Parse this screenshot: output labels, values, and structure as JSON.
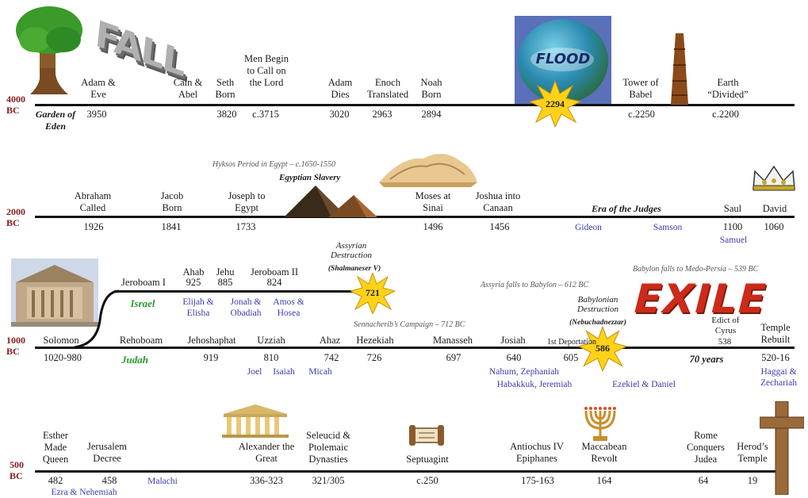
{
  "rows": [
    {
      "bc_year": "4000",
      "bc_suffix": "BC",
      "subtitle": "Garden of Eden",
      "labels": [
        "Adam & Eve",
        "Cain & Abel",
        "Seth Born",
        "Men Begin to Call on the Lord",
        "Adam Dies",
        "Enoch Translated",
        "Noah Born",
        "Tower of Babel",
        "Earth “Divided”"
      ],
      "years": [
        "3950",
        "3820",
        "c.3715",
        "3020",
        "2963",
        "2894",
        "c.2250",
        "c.2200"
      ],
      "flood_text": "FLOOD",
      "flood_year": "2294",
      "fall_text": "FALL"
    },
    {
      "bc_year": "2000",
      "bc_suffix": "BC",
      "note_hyksos": "Hyksos Period in Egypt – c.1650-1550",
      "era_slavery": "Egyptian Slavery",
      "labels": [
        "Abraham Called",
        "Jacob Born",
        "Joseph to Egypt",
        "Moses at Sinai",
        "Joshua into Canaan",
        "Era of the Judges",
        "Saul",
        "David"
      ],
      "years": [
        "1926",
        "1841",
        "1733",
        "1496",
        "1456",
        "1100",
        "1060"
      ],
      "blue": [
        "Gideon",
        "Samson",
        "Samuel"
      ]
    },
    {
      "bc_year": "1000",
      "bc_suffix": "BC",
      "israel": "Israel",
      "judah": "Judah",
      "israel_kings": [
        "Jeroboam I",
        "Ahab",
        "Jehu",
        "Jeroboam II"
      ],
      "israel_years": [
        "925",
        "885",
        "824"
      ],
      "israel_prophets": [
        "Elijah & Elisha",
        "Jonah & Obadiah",
        "Amos & Hosea"
      ],
      "assyrian": "Assyrian Destruction",
      "assyrian_sub": "(Shalmaneser V)",
      "assyrian_year": "721",
      "judah_labels": [
        "Solomon",
        "Rehoboam",
        "Jehoshaphat",
        "Uzziah",
        "Ahaz",
        "Hezekiah",
        "Manasseh",
        "Josiah",
        "1st Deportation",
        "Edict of Cyrus",
        "Temple Rebuilt"
      ],
      "judah_years": [
        "1020-980",
        "919",
        "810",
        "742",
        "726",
        "697",
        "640",
        "605",
        "538",
        "520-16"
      ],
      "judah_prophets": [
        "Joel",
        "Isaiah",
        "Micah",
        "Nahum, Zephaniah",
        "Habakkuk, Jeremiah",
        "Ezekiel & Daniel",
        "Haggai & Zechariah"
      ],
      "note_assyria_falls": "Assyria falls to Babylon – 612 BC",
      "note_sennacherib": "Sennacherib’s Campaign – 712 BC",
      "note_babylon_falls": "Babylon falls to Medo-Persia – 539 BC",
      "babylonian": "Babylonian Destruction",
      "babylonian_sub": "(Nebuchadnezzar)",
      "babylonian_year": "586",
      "exile": "EXILE",
      "seventy_years": "70 years"
    },
    {
      "bc_year": "500",
      "bc_suffix": "BC",
      "labels": [
        "Esther Made Queen",
        "Jerusalem Decree",
        "Alexander the Great",
        "Seleucid & Ptolemaic Dynasties",
        "Septuagint",
        "Antiochus IV Epiphanes",
        "Maccabean Revolt",
        "Rome Conquers Judea",
        "Herod’s Temple"
      ],
      "years": [
        "482",
        "458",
        "336-323",
        "321/305",
        "c.250",
        "175-163",
        "164",
        "64",
        "19"
      ],
      "blue": [
        "Malachi",
        "Ezra & Nehemiah"
      ]
    }
  ],
  "colors": {
    "bc_red": "#8a1a1a",
    "prophet_blue": "#3b3bb0",
    "israel_green": "#2a9a2a",
    "exile_red": "#cc2a1a",
    "star_yellow": "#ffd21a"
  }
}
